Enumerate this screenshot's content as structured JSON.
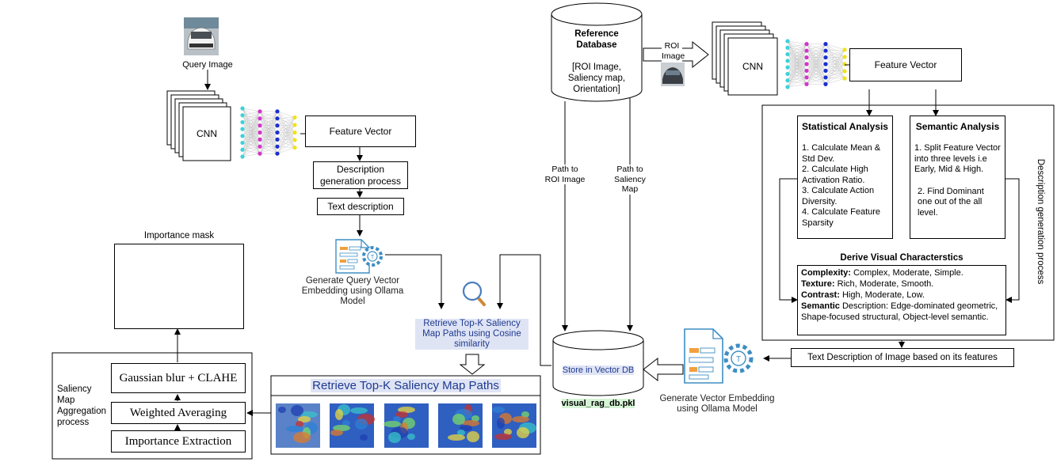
{
  "left": {
    "query_image_label": "Query Image",
    "cnn_label": "CNN",
    "feature_vector": "Feature Vector",
    "description_process": "Description generation process",
    "text_description": "Text description",
    "generate_query_embedding": "Generate Query Vector Embedding using Ollama Model",
    "retrieve_topk_cosine": "Retrieve Top-K Saliency Map Paths using Cosine similarity",
    "importance_mask": "Importance mask",
    "retrieve_topk_title": "Retrieve Top-K Saliency Map Paths",
    "aggregation_label": "Saliency Map Aggregation process",
    "gaussian": "Gaussian blur + CLAHE",
    "weighted": "Weighted Averaging",
    "importance_extraction": "Importance Extraction"
  },
  "middle": {
    "reference_db_title": "Reference Database",
    "reference_db_content": "[ROI Image, Saliency map, Orientation]",
    "path_roi": "Path to ROI Image",
    "path_saliency": "Path to Saliency Map",
    "store_vector_db": "Store in Vector DB",
    "db_file": "visual_rag_db.pkl",
    "roi_image_label": "ROI Image"
  },
  "right": {
    "cnn_label": "CNN",
    "feature_vector": "Feature Vector",
    "side_label": "Description generation process",
    "statistical": {
      "title": "Statistical Analysis",
      "items": [
        "1. Calculate Mean & Std Dev.",
        "2. Calculate High Activation Ratio.",
        "3. Calculate Action Diversity.",
        "4. Calculate Feature Sparsity"
      ]
    },
    "semantic": {
      "title": "Semantic Analysis",
      "items": [
        "1. Split Feature Vector into three levels i.e Early, Mid & High.",
        "2. Find Dominant one out of the all level."
      ]
    },
    "derive_title": "Derive Visual Characterstics",
    "derive": [
      {
        "key": "Complexity:",
        "value": " Complex, Moderate, Simple."
      },
      {
        "key": "Texture:",
        "value": " Rich, Moderate, Smooth."
      },
      {
        "key": "Contrast:",
        "value": " High, Moderate, Low."
      },
      {
        "key": "Semantic",
        "value": " Description: Edge-dominated geometric, Shape-focused structural, Object-level semantic."
      }
    ],
    "text_description_features": "Text Description of Image based on its features",
    "generate_embedding": "Generate Vector Embedding using Ollama Model"
  },
  "colors": {
    "nn_cyan": "#3ed1d9",
    "nn_magenta": "#d236c9",
    "nn_blue": "#1a2fcf",
    "nn_yellow": "#f2e21a",
    "retrieve_highlight": "#dfe4f5",
    "db_file_highlight": "#d6f5d6",
    "gear_blue": "#3d8ec4",
    "doc_orange": "#f0a040"
  }
}
